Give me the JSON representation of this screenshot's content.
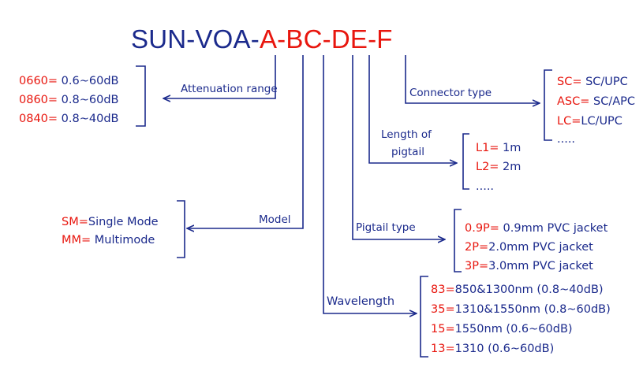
{
  "code": {
    "prefix": "SUN-VOA-",
    "a": "A",
    "d1": "-",
    "bc": "BC",
    "d2": "-",
    "de": "DE",
    "d3": "-",
    "f": "F"
  },
  "attenuation": {
    "label": "Attenuation range",
    "options": [
      {
        "code": "0660=",
        "desc": " 0.6~60dB"
      },
      {
        "code": "0860=",
        "desc": " 0.8~60dB"
      },
      {
        "code": "0840=",
        "desc": " 0.8~40dB"
      }
    ]
  },
  "model": {
    "label": "Model",
    "options": [
      {
        "code": "SM=",
        "desc": "Single Mode"
      },
      {
        "code": "MM=",
        "desc": " Multimode"
      }
    ]
  },
  "wavelength": {
    "label": "Wavelength",
    "options": [
      {
        "code": "83=",
        "desc": "850&1300nm (0.8~40dB)"
      },
      {
        "code": "35=",
        "desc": "1310&1550nm (0.8~60dB)"
      },
      {
        "code": "15=",
        "desc": "1550nm (0.6~60dB)"
      },
      {
        "code": "13=",
        "desc": "1310 (0.6~60dB)"
      }
    ]
  },
  "pigtail_type": {
    "label": "Pigtail type",
    "options": [
      {
        "code": "0.9P=",
        "desc": " 0.9mm PVC jacket"
      },
      {
        "code": "2P=",
        "desc": "2.0mm PVC jacket"
      },
      {
        "code": "3P=",
        "desc": "3.0mm PVC jacket"
      }
    ]
  },
  "pigtail_length": {
    "label_line1": "Length of",
    "label_line2": "pigtail",
    "options": [
      {
        "code": "L1=",
        "desc": " 1m"
      },
      {
        "code": "L2=",
        "desc": " 2m"
      }
    ],
    "more": "....."
  },
  "connector": {
    "label": "Connector type",
    "options": [
      {
        "code": "SC=",
        "desc": " SC/UPC"
      },
      {
        "code": "ASC=",
        "desc": " SC/APC"
      },
      {
        "code": "LC=",
        "desc": "LC/UPC"
      }
    ],
    "more": "....."
  },
  "colors": {
    "navy": "#1b2a8c",
    "red": "#e8160e"
  }
}
